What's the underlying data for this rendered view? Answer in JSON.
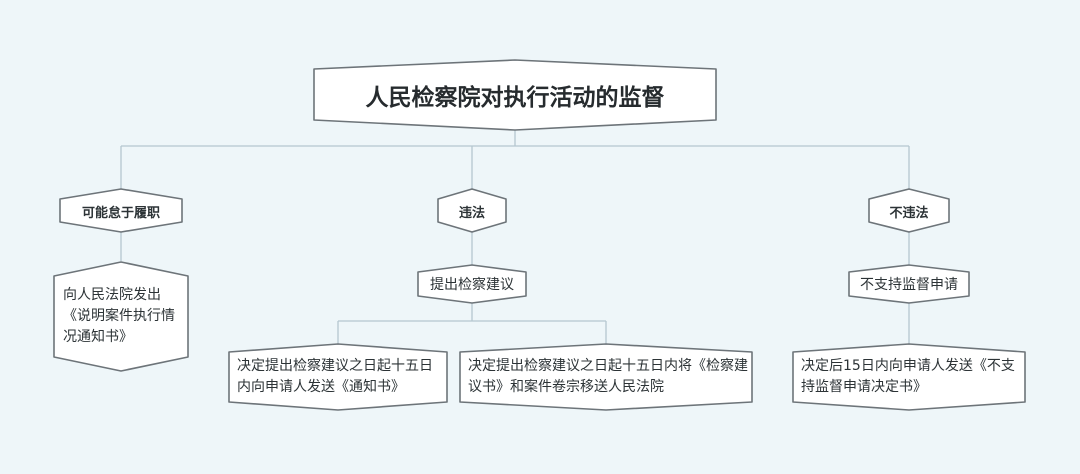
{
  "diagram": {
    "root": "人民检察院对执行活动的监督",
    "branches": [
      {
        "label": "可能怠于履职",
        "leaf": "向人民法院发出《说明案件执行情况通知书》"
      },
      {
        "label": "违法",
        "action": "提出检察建议",
        "leaves": [
          "决定提出检察建议之日起十五日内向申请人发送《通知书》",
          "决定提出检察建议之日起十五日内将《检察建议书》和案件卷宗移送人民法院"
        ]
      },
      {
        "label": "不违法",
        "action": "不支持监督申请",
        "leaf": "决定后15日内向申请人发送《不支持监督申请决定书》"
      }
    ]
  },
  "colors": {
    "background": "#eef6f9",
    "node_fill": "#ffffff",
    "node_border": "#6d7479",
    "connector": "#b5c7d0"
  }
}
